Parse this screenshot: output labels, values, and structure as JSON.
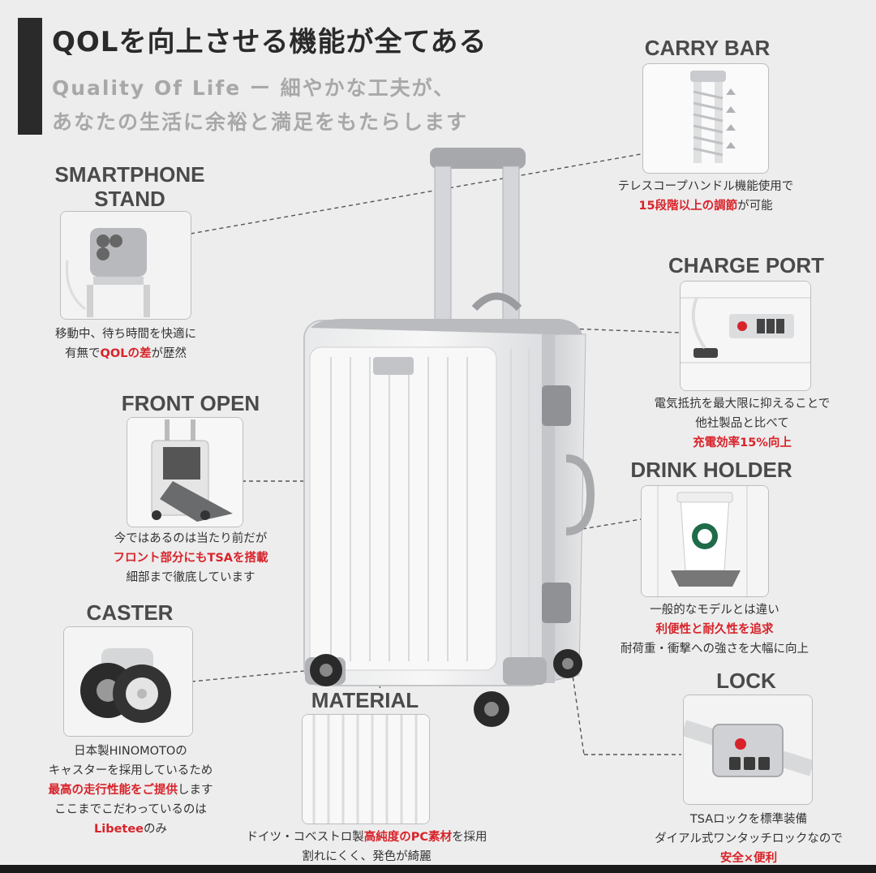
{
  "header": {
    "title": "QOLを向上させる機能が全てある",
    "subtitle_line1": "Quality Of Life ー 細やかな工夫が、",
    "subtitle_line2": "あなたの生活に余裕と満足をもたらします"
  },
  "features": {
    "carry_bar": {
      "label": "CARRY BAR",
      "line1": "テレスコープハンドル機能使用で",
      "line2_red": "15段階以上の調節",
      "line2_rest": "が可能"
    },
    "smartphone": {
      "label1": "SMARTPHONE",
      "label2": "STAND",
      "line1": "移動中、待ち時間を快適に",
      "line2_pre": "有無で",
      "line2_red": "QOLの差",
      "line2_post": "が歴然"
    },
    "charge_port": {
      "label": "CHARGE PORT",
      "line1": "電気抵抗を最大限に抑えることで",
      "line2": "他社製品と比べて",
      "line3_red": "充電効率15%向上"
    },
    "front_open": {
      "label": "FRONT OPEN",
      "line1": "今ではあるのは当たり前だが",
      "line2_red": "フロント部分にもTSAを搭載",
      "line3": "細部まで徹底しています"
    },
    "drink_holder": {
      "label": "DRINK HOLDER",
      "line1": "一般的なモデルとは違い",
      "line2_red": "利便性と耐久性を追求",
      "line3": "耐荷重・衝撃への強さを大幅に向上"
    },
    "caster": {
      "label": "CASTER",
      "line1": "日本製HINOMOTOの",
      "line2": "キャスターを採用しているため",
      "line3_red": "最高の走行性能をご提供",
      "line3_post": "します",
      "line4": "ここまでこだわっているのは",
      "line5_red": "Libetee",
      "line5_post": "のみ"
    },
    "material": {
      "label": "MATERIAL",
      "line1_pre": "ドイツ・コベストロ製",
      "line1_red": "高純度のPC素材",
      "line1_post": "を採用",
      "line2": "割れにくく、発色が綺麗"
    },
    "lock": {
      "label": "LOCK",
      "line1": "TSAロックを標準装備",
      "line2": "ダイアル式ワンタッチロックなので",
      "line3_red1": "安全",
      "line3_x": "×",
      "line3_red2": "便利"
    }
  },
  "colors": {
    "accent_red": "#d8232a",
    "label_gray": "#4a4a4a",
    "header_bar": "#2a2a2a"
  }
}
